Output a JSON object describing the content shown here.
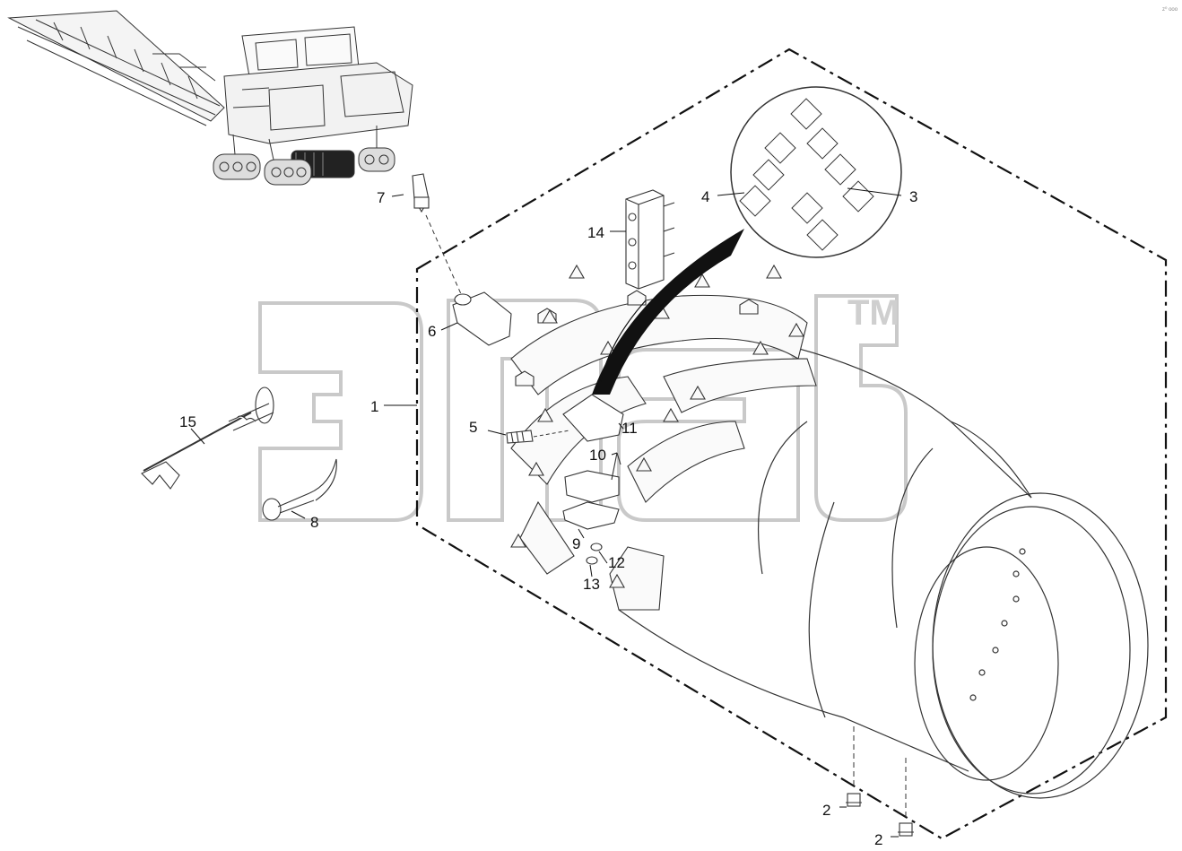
{
  "diagram": {
    "corner_mark": "z⁰ ooo",
    "watermark": {
      "letters": "эпаб",
      "tm": "TM"
    },
    "callouts": [
      {
        "id": "1",
        "label": "1"
      },
      {
        "id": "2a",
        "label": "2"
      },
      {
        "id": "2b",
        "label": "2"
      },
      {
        "id": "3",
        "label": "3"
      },
      {
        "id": "4",
        "label": "4"
      },
      {
        "id": "5",
        "label": "5"
      },
      {
        "id": "6",
        "label": "6"
      },
      {
        "id": "7",
        "label": "7"
      },
      {
        "id": "8",
        "label": "8"
      },
      {
        "id": "9",
        "label": "9"
      },
      {
        "id": "10",
        "label": "10"
      },
      {
        "id": "11",
        "label": "11"
      },
      {
        "id": "12",
        "label": "12"
      },
      {
        "id": "13",
        "label": "13"
      },
      {
        "id": "14",
        "label": "14"
      },
      {
        "id": "15",
        "label": "15"
      }
    ]
  }
}
